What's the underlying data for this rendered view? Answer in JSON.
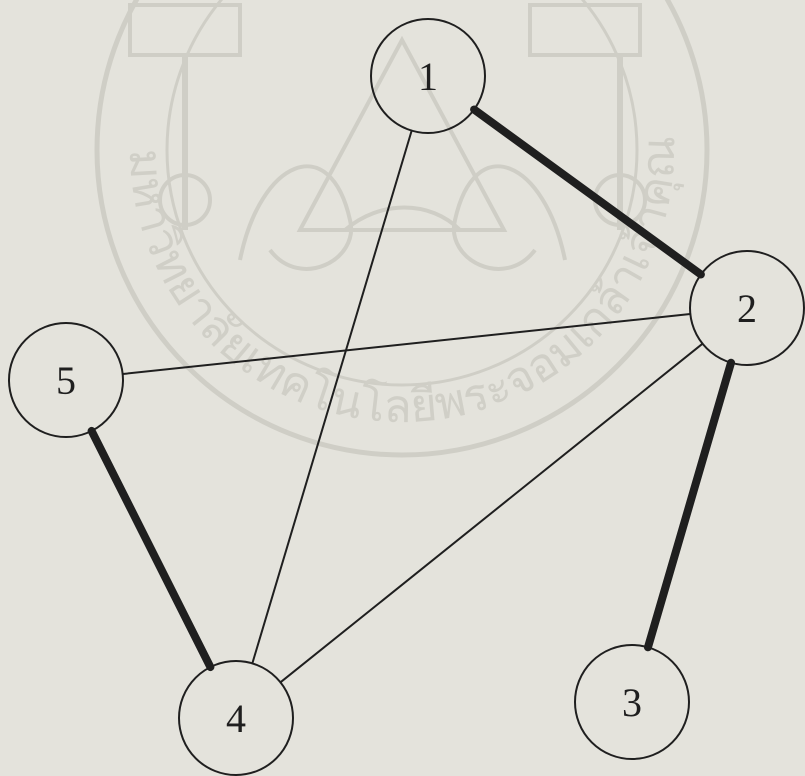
{
  "colors": {
    "background": "#e4e3dc",
    "watermark": "#cfcec6",
    "ink": "#1f1f1f"
  },
  "watermark": {
    "text": "มหาวิทยาลัยเทคโนโลยีพระจอมเกล้าเจ้าคุณทหารลาดกระบัง"
  },
  "graph": {
    "nodes": [
      {
        "id": "1",
        "label": "1"
      },
      {
        "id": "2",
        "label": "2"
      },
      {
        "id": "3",
        "label": "3"
      },
      {
        "id": "4",
        "label": "4"
      },
      {
        "id": "5",
        "label": "5"
      }
    ],
    "edges": [
      {
        "from": "1",
        "to": "2",
        "bold": true
      },
      {
        "from": "2",
        "to": "3",
        "bold": true
      },
      {
        "from": "5",
        "to": "4",
        "bold": true
      },
      {
        "from": "1",
        "to": "4",
        "bold": false
      },
      {
        "from": "2",
        "to": "5",
        "bold": false
      },
      {
        "from": "2",
        "to": "4",
        "bold": false
      }
    ]
  }
}
